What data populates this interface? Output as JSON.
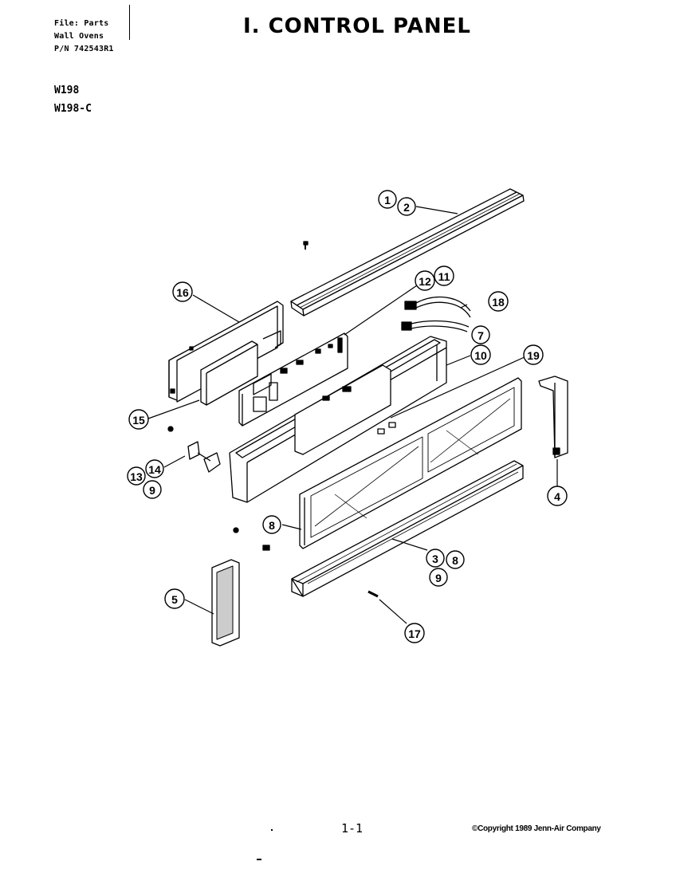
{
  "header": {
    "file_line": "File: Parts",
    "category_line": "Wall Ovens",
    "pn_line": "P/N 742543R1"
  },
  "title": "I. CONTROL PANEL",
  "models": [
    "W198",
    "W198-C"
  ],
  "footer": {
    "page_number": "1-1",
    "copyright": "©Copyright 1989 Jenn-Air Company"
  },
  "callouts": {
    "c1": "1",
    "c2": "2",
    "c16": "16",
    "c12": "12",
    "c11": "11",
    "c18": "18",
    "c7": "7",
    "c10": "10",
    "c19": "19",
    "c15": "15",
    "c14": "14",
    "c13": "13",
    "c9a": "9",
    "c4": "4",
    "c8a": "8",
    "c3": "3",
    "c8b": "8",
    "c9b": "9",
    "c5": "5",
    "c17": "17"
  }
}
